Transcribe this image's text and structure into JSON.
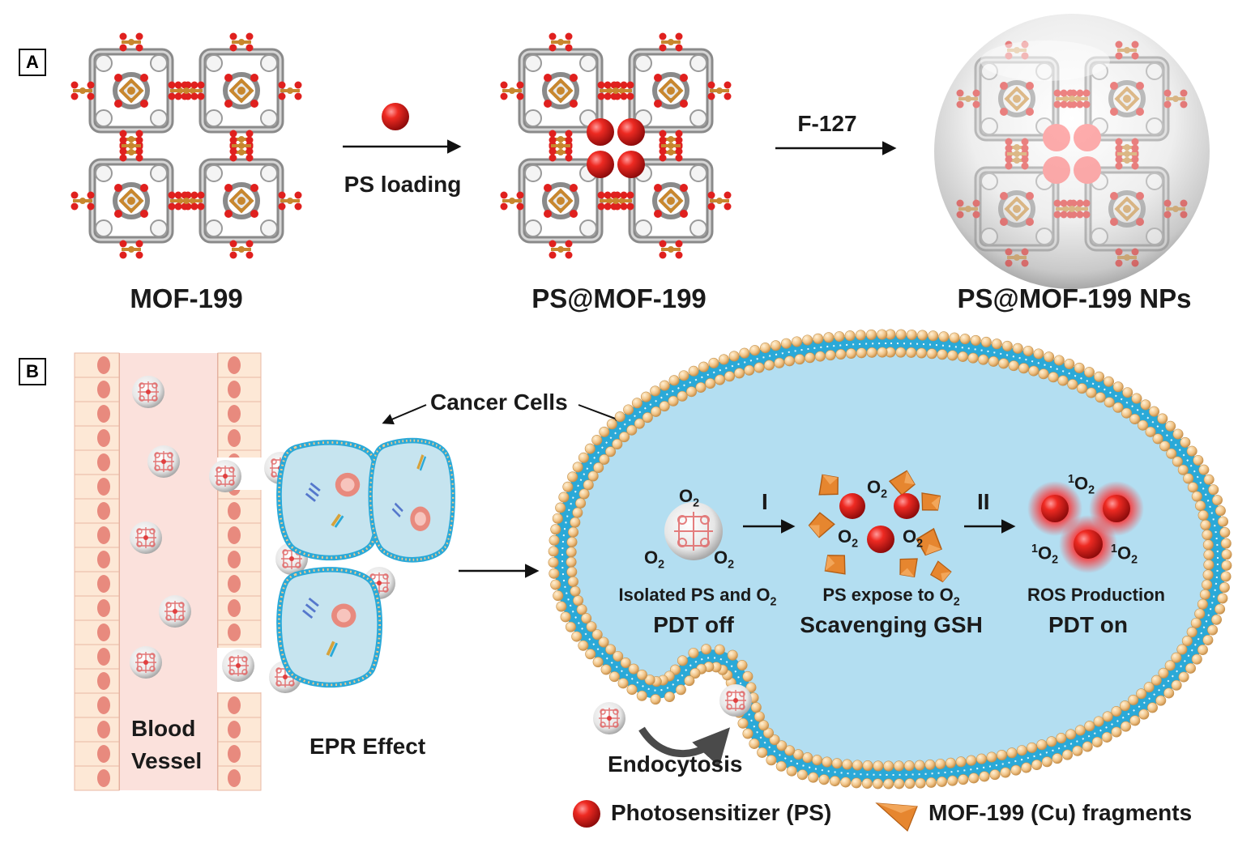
{
  "panel_a": {
    "letter": "A",
    "mof_label": "MOF-199",
    "ps_mof_label": "PS@MOF-199",
    "nps_label": "PS@MOF-199 NPs",
    "step1_label": "PS loading",
    "step2_label": "F-127"
  },
  "panel_b": {
    "letter": "B",
    "blood_vessel_line1": "Blood",
    "blood_vessel_line2": "Vessel",
    "epr_label": "EPR Effect",
    "cancer_cells_label": "Cancer Cells",
    "endocytosis_label": "Endocytosis",
    "stage1": {
      "step": "",
      "caption": "Isolated PS and O",
      "caption_sub": "2",
      "state": "PDT off"
    },
    "stage2": {
      "step": "I",
      "caption": "PS expose to O",
      "caption_sub": "2",
      "state": "Scavenging GSH"
    },
    "stage3": {
      "step": "II",
      "caption": "ROS Production",
      "state": "PDT on"
    },
    "o2": {
      "base": "O",
      "sub": "2"
    },
    "singlet_o2": {
      "sup": "1",
      "base": "O",
      "sub": "2"
    }
  },
  "legend": {
    "ps_label": "Photosensitizer (PS)",
    "fragment_label": "MOF-199 (Cu) fragments"
  },
  "colors": {
    "copper": "#c8872e",
    "oxygen": "#e0201e",
    "carbon": "#8a8a8a",
    "cytoplasm": "#b3def1",
    "membrane": "#2aa9d8",
    "lipid_head": "#f3c98c",
    "vessel": "#fbe3df",
    "endothelium": "#fde8d6",
    "nucleus": "#e88a7e"
  }
}
